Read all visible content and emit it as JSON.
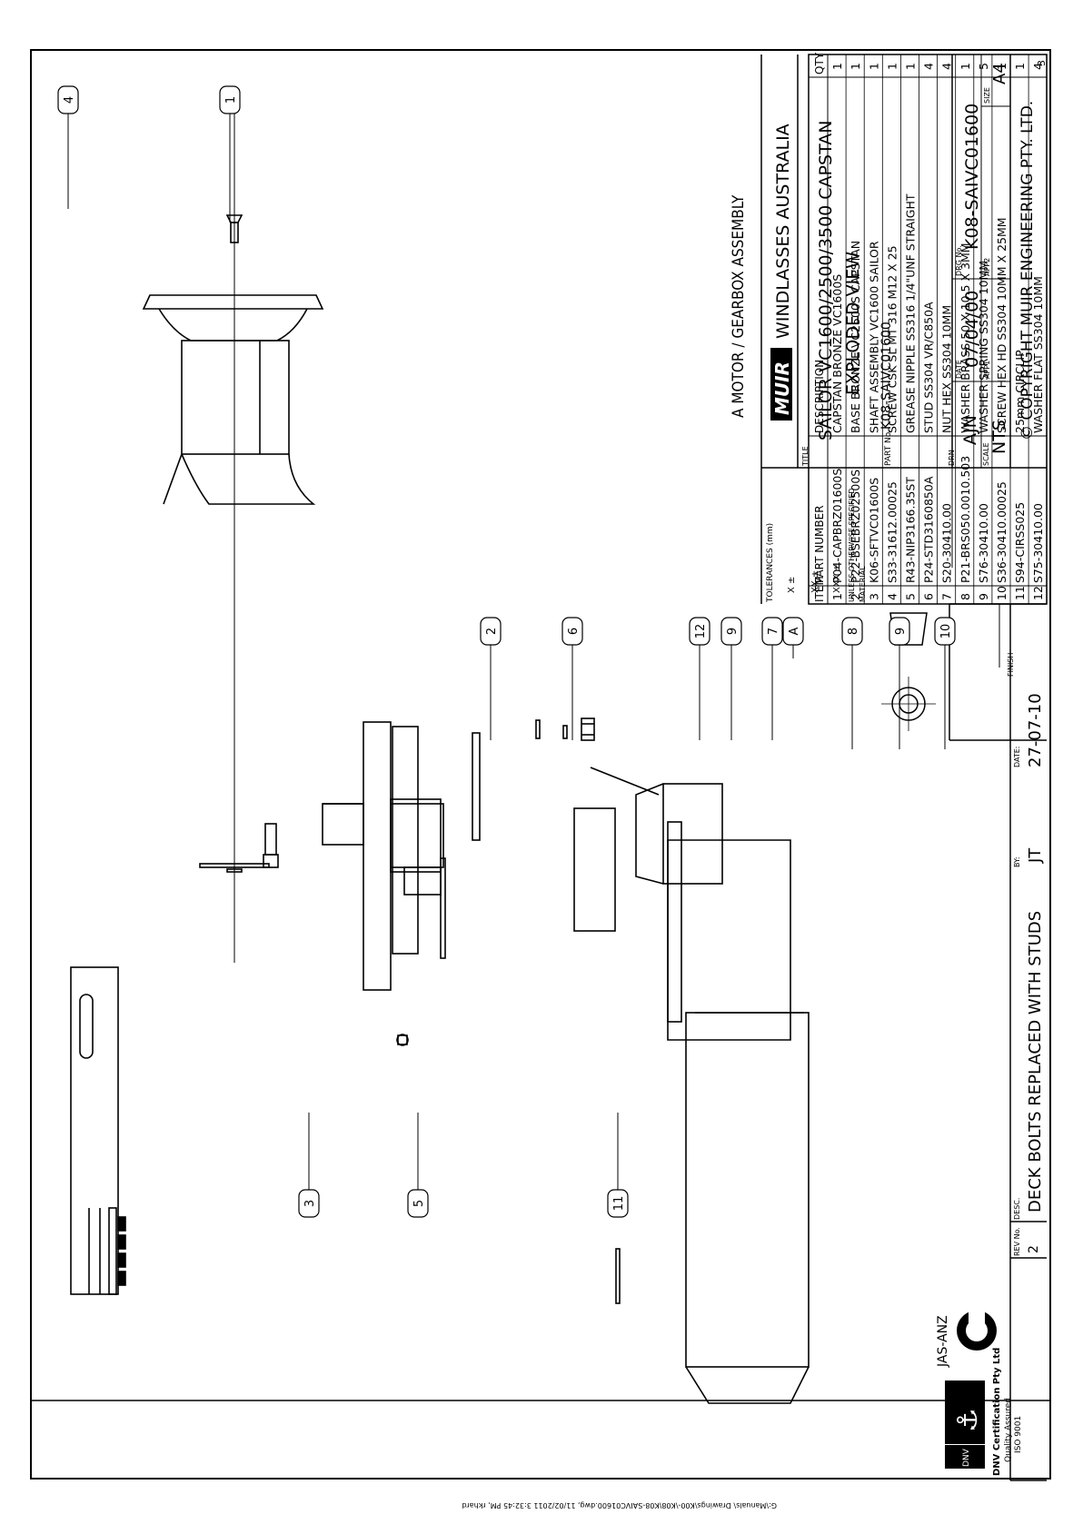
{
  "bom": {
    "headers": {
      "item": "ITEM",
      "part": "PART NUMBER",
      "desc": "DESCRIPTION",
      "qty": "QTY"
    },
    "rows": [
      {
        "item": "1",
        "part": "P04-CAPBRZ01600S",
        "desc": "CAPSTAN BRONZE VC1600S",
        "qty": "1"
      },
      {
        "item": "2",
        "part": "P22-BSEBRZ02500S",
        "desc": "BASE BRONZE VC2500S CAPSTAN",
        "qty": "1"
      },
      {
        "item": "3",
        "part": "K06-SFTVC01600S",
        "desc": "SHAFT ASSEMBLY VC1600 SAILOR",
        "qty": "1"
      },
      {
        "item": "4",
        "part": "S33-31612.00025",
        "desc": "SCREW CSK SL MT 316 M12 X 25",
        "qty": "1"
      },
      {
        "item": "5",
        "part": "R43-NIP3166.35ST",
        "desc": "GREASE NIPPLE SS316 1/4\"UNF STRAIGHT",
        "qty": "1"
      },
      {
        "item": "6",
        "part": "P24-STD3160850A",
        "desc": "STUD SS304 VR/C850A",
        "qty": "4"
      },
      {
        "item": "7",
        "part": "S20-30410.00",
        "desc": "NUT HEX SS304 10MM",
        "qty": "4"
      },
      {
        "item": "8",
        "part": "P21-BRS050.0010.503",
        "desc": "WASHER BRASS 50 X 10.5 X 3MM",
        "qty": "1"
      },
      {
        "item": "9",
        "part": "S76-30410.00",
        "desc": "WASHER SPRING SS304 10MM",
        "qty": "5"
      },
      {
        "item": "10",
        "part": "S36-30410.00025",
        "desc": "SCREW HEX HD SS304 10MM X 25MM",
        "qty": "1"
      },
      {
        "item": "11",
        "part": "S94-CIRSS025",
        "desc": "25mm CIRCLIP",
        "qty": "1"
      },
      {
        "item": "12",
        "part": "S75-30410.00",
        "desc": "WASHER FLAT SS304 10MM",
        "qty": "4"
      }
    ]
  },
  "note_a": "A   MOTOR / GEARBOX ASSEMBLY",
  "title_block": {
    "company": "WINDLASSES AUSTRALIA",
    "logo_text": "MUIR",
    "title_label": "TITLE",
    "title_line1": "SAILOR VC1600/2500/3500 CAPSTAN",
    "title_line2": "EXPLODED VIEW",
    "part_no_label": "PART No.",
    "part_no": "K08-SAIVC01600",
    "drn_label": "DRN",
    "drn": "AJN",
    "date_label": "DATE",
    "date": "07/04/00",
    "drg_label": "DRG No.",
    "drg": "K08-SAIVC01600",
    "scale_label": "SCALE",
    "scale": "NTS",
    "app1_label": "APP1",
    "app2_label": "APP2",
    "size_label": "SIZE",
    "size": "A4",
    "copyright": "© COPYRIGHT MUIR ENGINEERING PTY. LTD.",
    "sheet": "3",
    "tolerances_label": "TOLERANCES (mm)",
    "tol_rows": [
      "X     ±",
      "XX    ±",
      "XXX   ±"
    ],
    "unless": "UNLESS OTHERWISE SPECIFIED",
    "material_label": "MATERIAL",
    "finish_label": "FINISH"
  },
  "revision": {
    "rev_label": "REV No.",
    "rev": "2",
    "desc_label": "DESC.",
    "desc": "DECK BOLTS REPLACED WITH STUDS",
    "by_label": "BY:",
    "by": "JT",
    "date_label": "DATE:",
    "date": "27-07-10"
  },
  "certification": {
    "jas_anz": "JAS-ANZ",
    "dnv_line1": "DNV Certification Pty Ltd",
    "dnv_line2": "Quality Assured",
    "dnv_line3": "ISO 9001",
    "dnv_badge": "DNV"
  },
  "balloons": [
    "4",
    "1",
    "2",
    "6",
    "12",
    "9",
    "7",
    "A",
    "8",
    "9",
    "10",
    "3",
    "5",
    "11"
  ],
  "file_path": "G:\\Manuals\\ Drawings\\K00-\\K08\\K08-SAIVC01600.dwg, 11/02/2011 3:32:45 PM, rkhard"
}
